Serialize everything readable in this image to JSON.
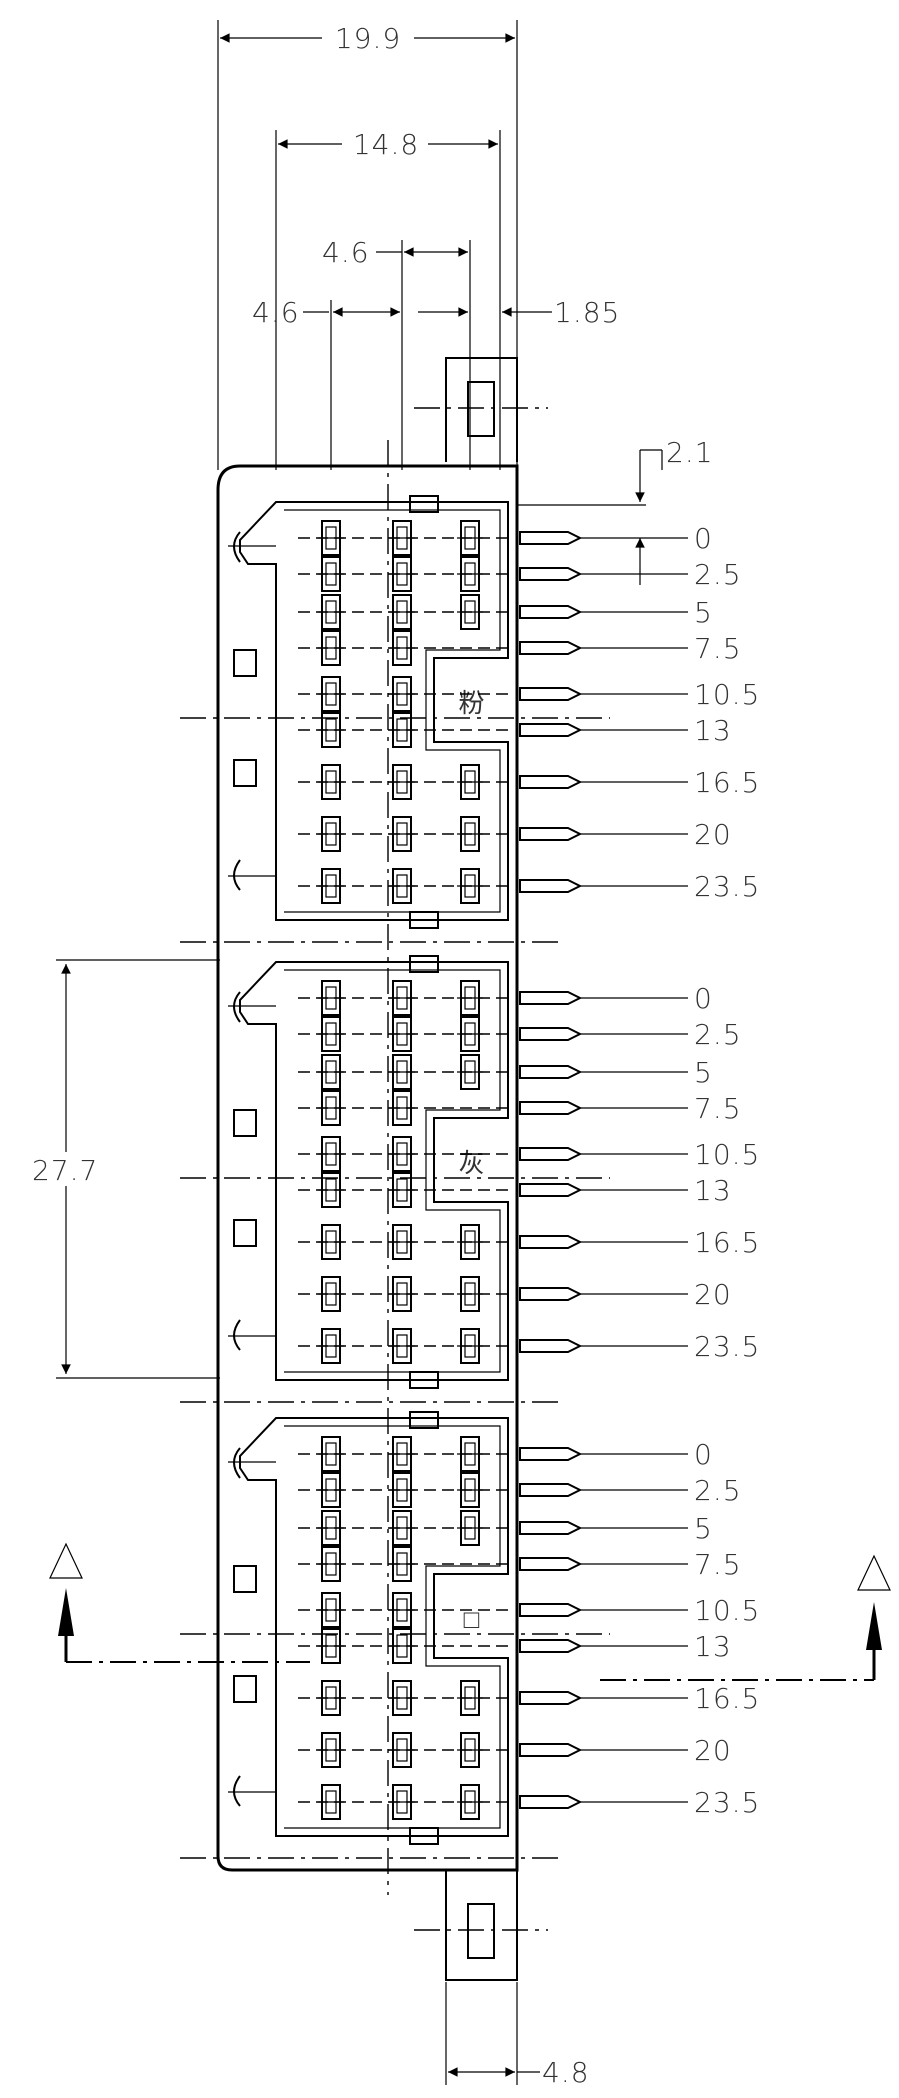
{
  "dimensions": {
    "overall_width": "19.9",
    "inner_width": "14.8",
    "pitch_top": "4.6",
    "pitch_left": "4.6",
    "edge_offset": "1.85",
    "first_offset": "2.1",
    "section_height": "27.7",
    "tab_width": "4.8"
  },
  "section_labels": [
    "0",
    "2.5",
    "5",
    "7.5",
    "10.5",
    "13",
    "16.5",
    "20",
    "23.5"
  ],
  "section_marks": [
    "粉",
    "灰",
    "□"
  ],
  "view_markers": [
    "A",
    "A"
  ],
  "colors": {
    "line": "#000000",
    "text": "#333333"
  }
}
